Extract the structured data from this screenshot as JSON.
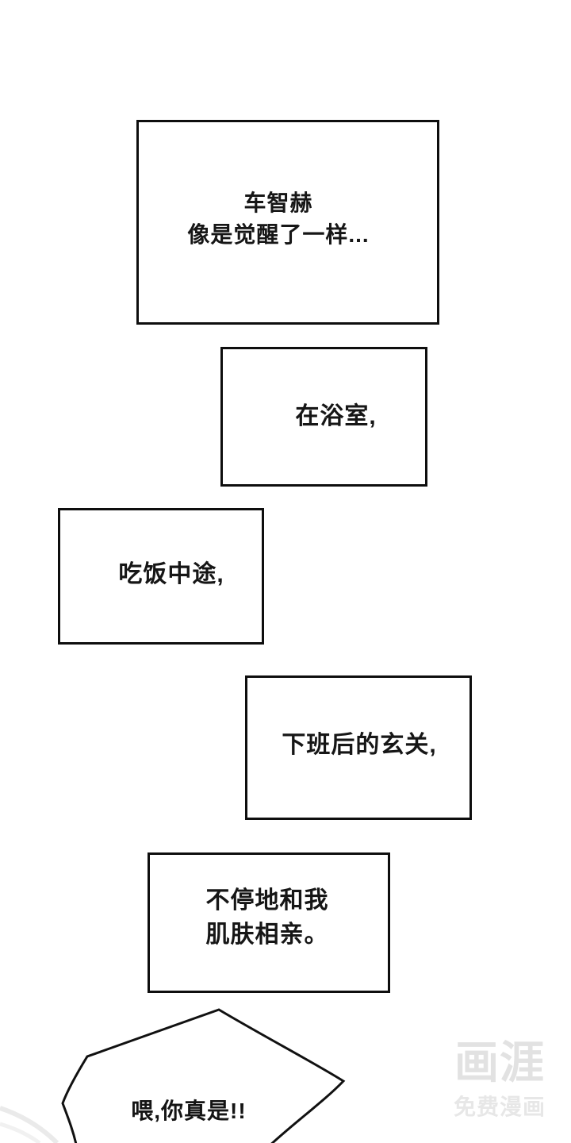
{
  "page": {
    "background": "#ffffff",
    "ink_color": "#141414",
    "border_color": "#0e0e0e"
  },
  "narration_boxes": [
    {
      "lines": [
        "车智赫",
        "像是觉醒了一样..."
      ]
    },
    {
      "lines": [
        "在浴室,"
      ]
    },
    {
      "lines": [
        "吃饭中途,"
      ]
    },
    {
      "lines": [
        "下班后的玄关,"
      ]
    },
    {
      "lines": [
        "不停地和我",
        "肌肤相亲。"
      ]
    }
  ],
  "speech_bubble": {
    "text": "喂,你真是!!"
  },
  "watermark": {
    "logo": "画涯",
    "tagline": "免费漫画",
    "color": "#e3e3e3"
  }
}
